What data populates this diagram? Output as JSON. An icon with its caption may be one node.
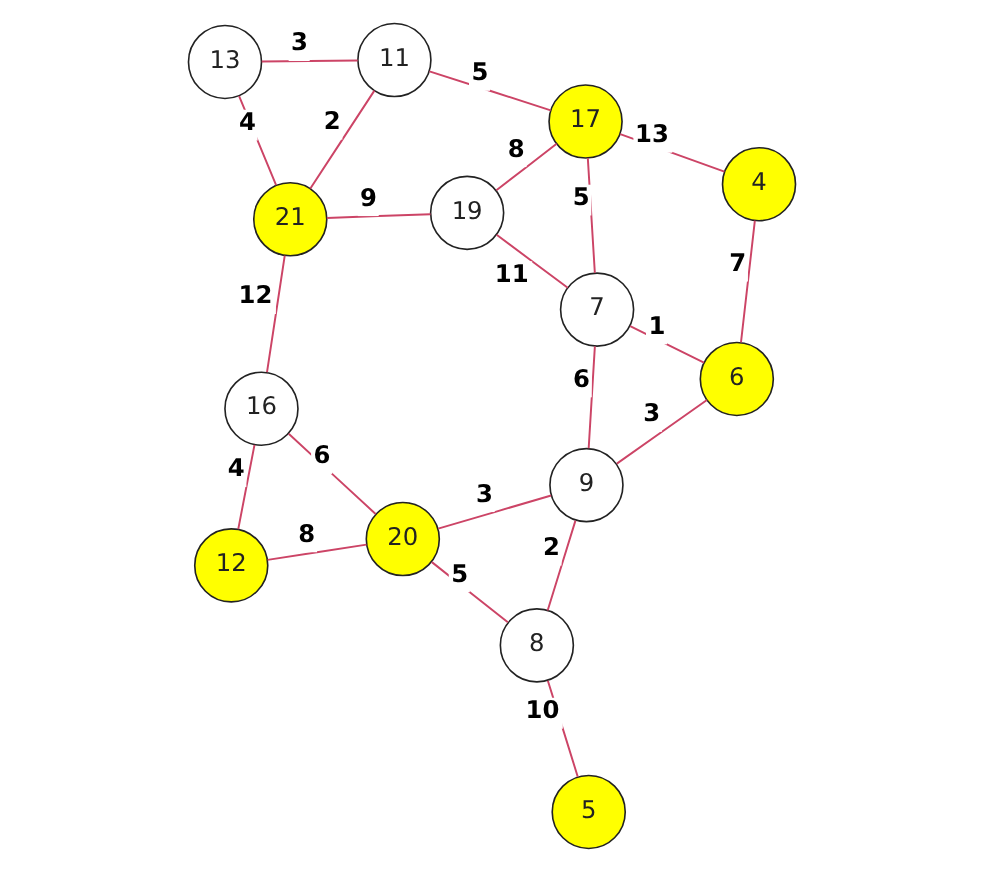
{
  "diagram": {
    "nodes": [
      {
        "text": [
          "13"
        ]
      },
      {
        "text": [
          "21"
        ]
      },
      {
        "text": [
          "12"
        ]
      },
      {
        "text": [
          "16"
        ]
      },
      {
        "text": [
          "11"
        ]
      },
      {
        "text": [
          "19"
        ]
      },
      {
        "text": [
          "20"
        ]
      },
      {
        "text": [
          "9"
        ]
      },
      {
        "text": [
          "17"
        ]
      },
      {
        "text": [
          "8"
        ]
      },
      {
        "text": [
          "7"
        ]
      },
      {
        "text": [
          "5"
        ]
      },
      {
        "text": [
          "4"
        ]
      },
      {
        "text": [
          "6"
        ]
      }
    ],
    "edges": [
      {
        "from": 1,
        "to": 0,
        "arrow": "none",
        "label": "4"
      },
      {
        "from": 0,
        "to": 4,
        "arrow": "none",
        "label": "3"
      },
      {
        "from": 2,
        "to": 3,
        "arrow": "none",
        "label": "4"
      },
      {
        "from": 3,
        "to": 1,
        "arrow": "none",
        "label": "12"
      },
      {
        "from": 1,
        "to": 4,
        "arrow": "none",
        "label": "2"
      },
      {
        "from": 2,
        "to": 6,
        "arrow": "none",
        "label": "8"
      },
      {
        "from": 1,
        "to": 5,
        "arrow": "none",
        "label": "9"
      },
      {
        "from": 3,
        "to": 6,
        "arrow": "none",
        "label": "6"
      },
      {
        "from": 4,
        "to": 8,
        "arrow": "none",
        "label": "5"
      },
      {
        "from": 5,
        "to": 8,
        "arrow": "none",
        "label": "8"
      },
      {
        "from": 6,
        "to": 7,
        "arrow": "none",
        "label": "3"
      },
      {
        "from": 7,
        "to": 10,
        "arrow": "none",
        "label": "6"
      },
      {
        "from": 5,
        "to": 10,
        "arrow": "none",
        "label": "11"
      },
      {
        "from": 6,
        "to": 9,
        "arrow": "none",
        "label": "5"
      },
      {
        "from": 10,
        "to": 8,
        "arrow": "none",
        "label": "5"
      },
      {
        "from": 7,
        "to": 9,
        "arrow": "none",
        "label": "2"
      },
      {
        "from": 7,
        "to": 13,
        "arrow": "none",
        "label": "3"
      },
      {
        "from": 8,
        "to": 12,
        "arrow": "none",
        "label": "13"
      },
      {
        "from": 10,
        "to": 13,
        "arrow": "none",
        "label": "1"
      },
      {
        "from": 9,
        "to": 11,
        "arrow": "none",
        "label": "10"
      },
      {
        "from": 13,
        "to": 12,
        "arrow": "none",
        "label": "7"
      }
    ]
  }
}
